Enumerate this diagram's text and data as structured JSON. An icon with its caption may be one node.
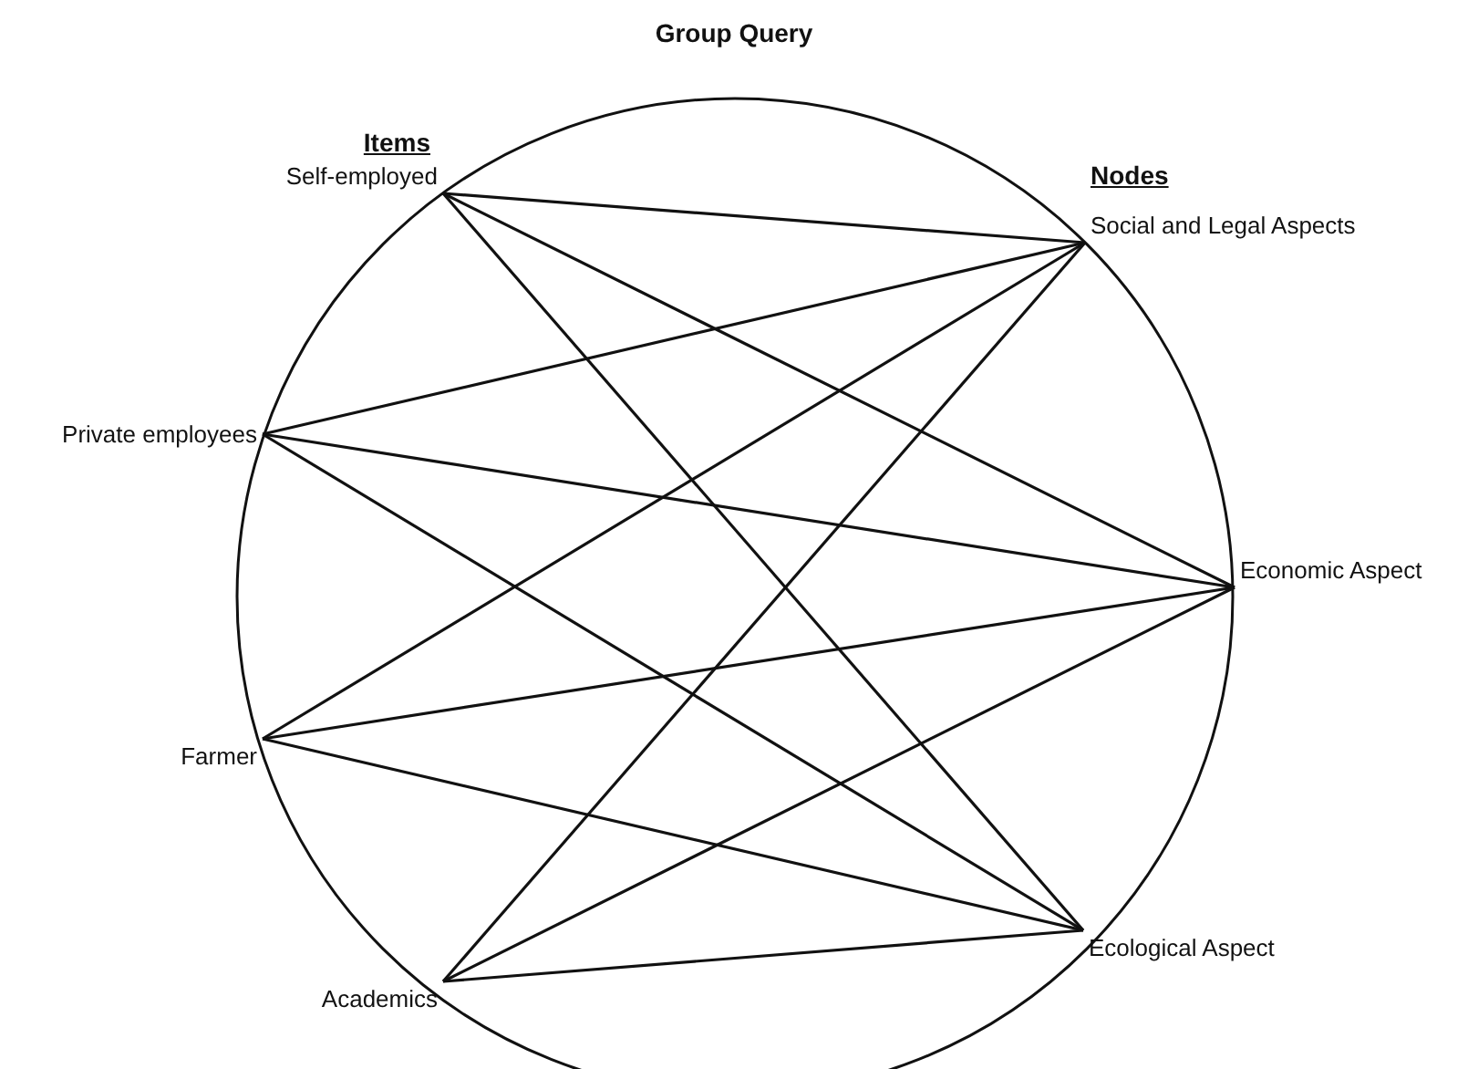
{
  "diagram": {
    "title": "Group Query",
    "nodes": [
      {
        "text": [
          "Self-employed"
        ]
      },
      {
        "text": [
          "Private employees"
        ]
      },
      {
        "text": [
          "Farmer"
        ]
      },
      {
        "text": [
          "Academics"
        ]
      },
      {
        "text": [
          "Social and Legal Aspects"
        ]
      },
      {
        "text": [
          "Economic Aspect"
        ]
      },
      {
        "text": [
          "Ecological Aspect"
        ]
      }
    ],
    "edges": [
      {
        "from": 0,
        "to": 4,
        "arrow": "none"
      },
      {
        "from": 0,
        "to": 5,
        "arrow": "none"
      },
      {
        "from": 0,
        "to": 6,
        "arrow": "none"
      },
      {
        "from": 1,
        "to": 4,
        "arrow": "none"
      },
      {
        "from": 1,
        "to": 5,
        "arrow": "none"
      },
      {
        "from": 1,
        "to": 6,
        "arrow": "none"
      },
      {
        "from": 2,
        "to": 4,
        "arrow": "none"
      },
      {
        "from": 2,
        "to": 5,
        "arrow": "none"
      },
      {
        "from": 2,
        "to": 6,
        "arrow": "none"
      },
      {
        "from": 3,
        "to": 4,
        "arrow": "none"
      },
      {
        "from": 3,
        "to": 5,
        "arrow": "none"
      },
      {
        "from": 3,
        "to": 6,
        "arrow": "none"
      }
    ],
    "labels": [
      "Items",
      "Nodes"
    ]
  }
}
